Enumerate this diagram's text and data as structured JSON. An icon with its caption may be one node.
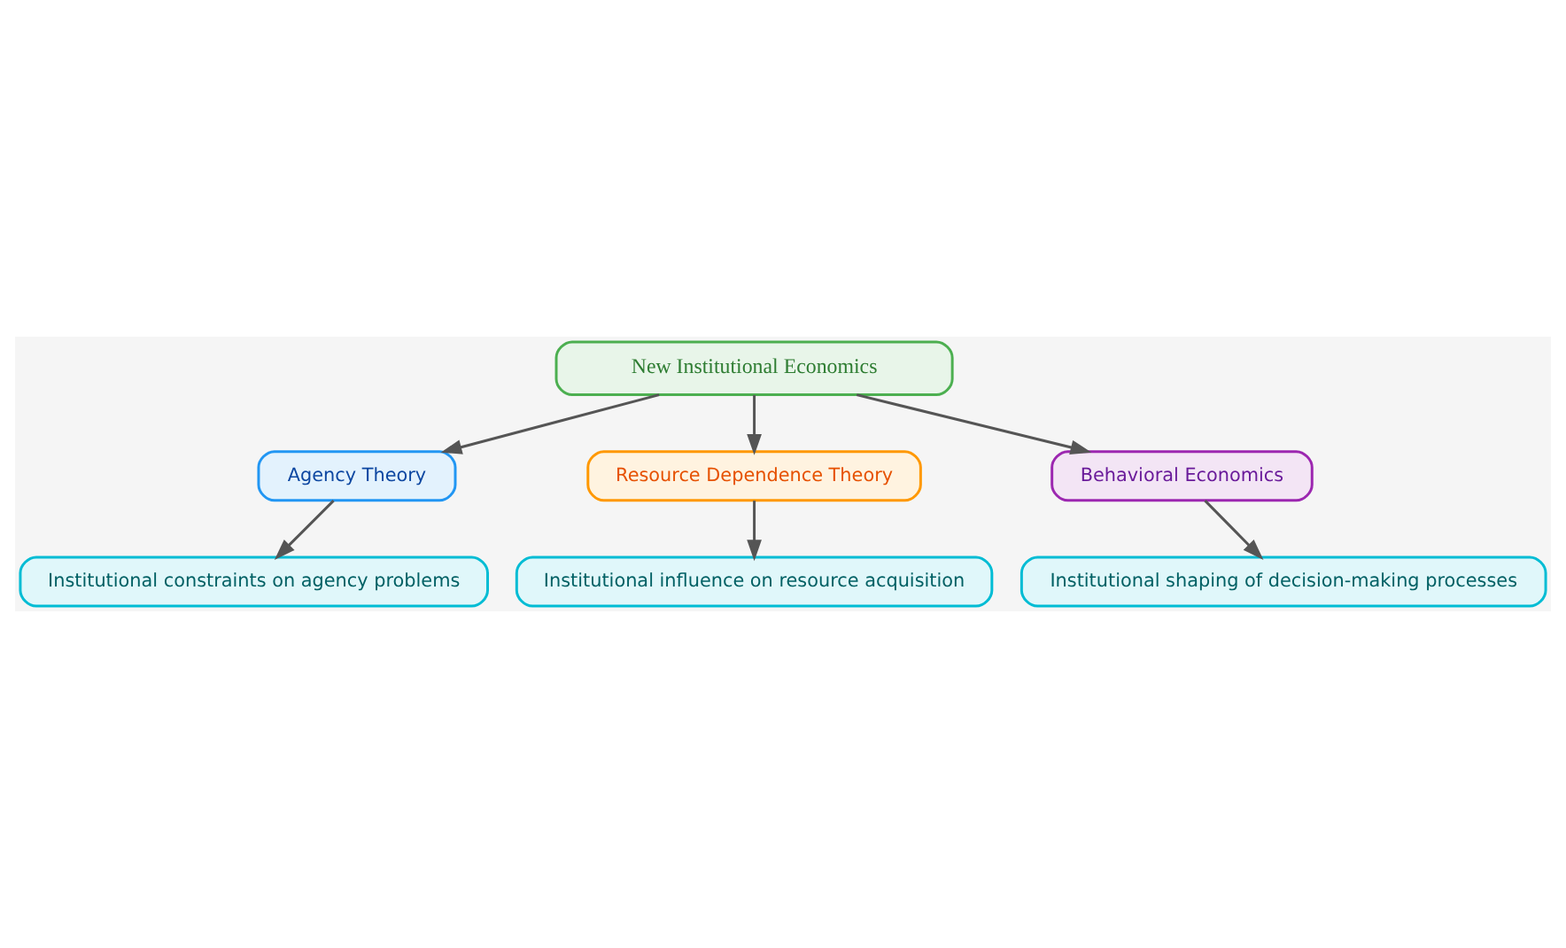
{
  "diagram": {
    "nodes": [
      {
        "text": [
          "New Institutional Economics"
        ]
      },
      {
        "text": [
          "Agency Theory"
        ]
      },
      {
        "text": [
          "Resource Dependence Theory"
        ]
      },
      {
        "text": [
          "Behavioral Economics"
        ]
      },
      {
        "text": [
          "Institutional constraints on agency problems"
        ]
      },
      {
        "text": [
          "Institutional influence on resource acquisition"
        ]
      },
      {
        "text": [
          "Institutional shaping of decision-making processes"
        ]
      }
    ],
    "edges": [
      {
        "from": 0,
        "to": 1,
        "arrow": "to"
      },
      {
        "from": 0,
        "to": 2,
        "arrow": "to"
      },
      {
        "from": 0,
        "to": 3,
        "arrow": "to"
      },
      {
        "from": 1,
        "to": 4,
        "arrow": "to"
      },
      {
        "from": 2,
        "to": 5,
        "arrow": "to"
      },
      {
        "from": 3,
        "to": 6,
        "arrow": "to"
      }
    ]
  }
}
